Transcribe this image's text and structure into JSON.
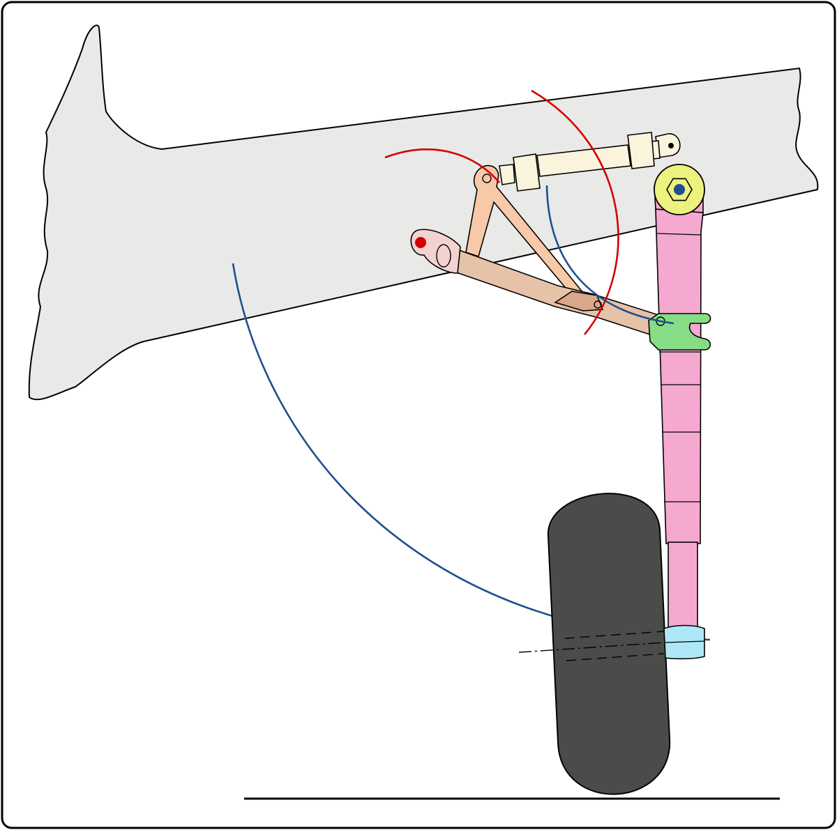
{
  "diagram": {
    "type": "landing-gear retraction mechanism",
    "has_text_labels": false,
    "colors": {
      "frame_border": "#000000",
      "background": "#ffffff",
      "wing_fill": "#e9eae8",
      "strut_fill": "#f5a8d0",
      "actuator_fill": "#fbf4dd",
      "link_fill": "#f7c9a9",
      "brace_fill": "#e6c2a8",
      "clamp_fill": "#86dd86",
      "pivot_collar_fill": "#edf17f",
      "axle_collar_fill": "#aee7f5",
      "tire_fill": "#4a4c49",
      "arc_red": "#d30000",
      "arc_blue": "#1f4f8f",
      "pivot_dot_red": "#d20000",
      "pivot_dot_blue": "#1f4f8f"
    },
    "parts": [
      "wing-structure",
      "main-gear-strut",
      "retraction-actuator",
      "side-brace-link",
      "drag-brace",
      "strut-clamp",
      "main-pivot",
      "axle-collar",
      "wheel-tire",
      "ground-line",
      "retraction-arc-wheel",
      "retraction-arc-clamp",
      "swing-arc-actuator",
      "swing-arc-link"
    ]
  }
}
